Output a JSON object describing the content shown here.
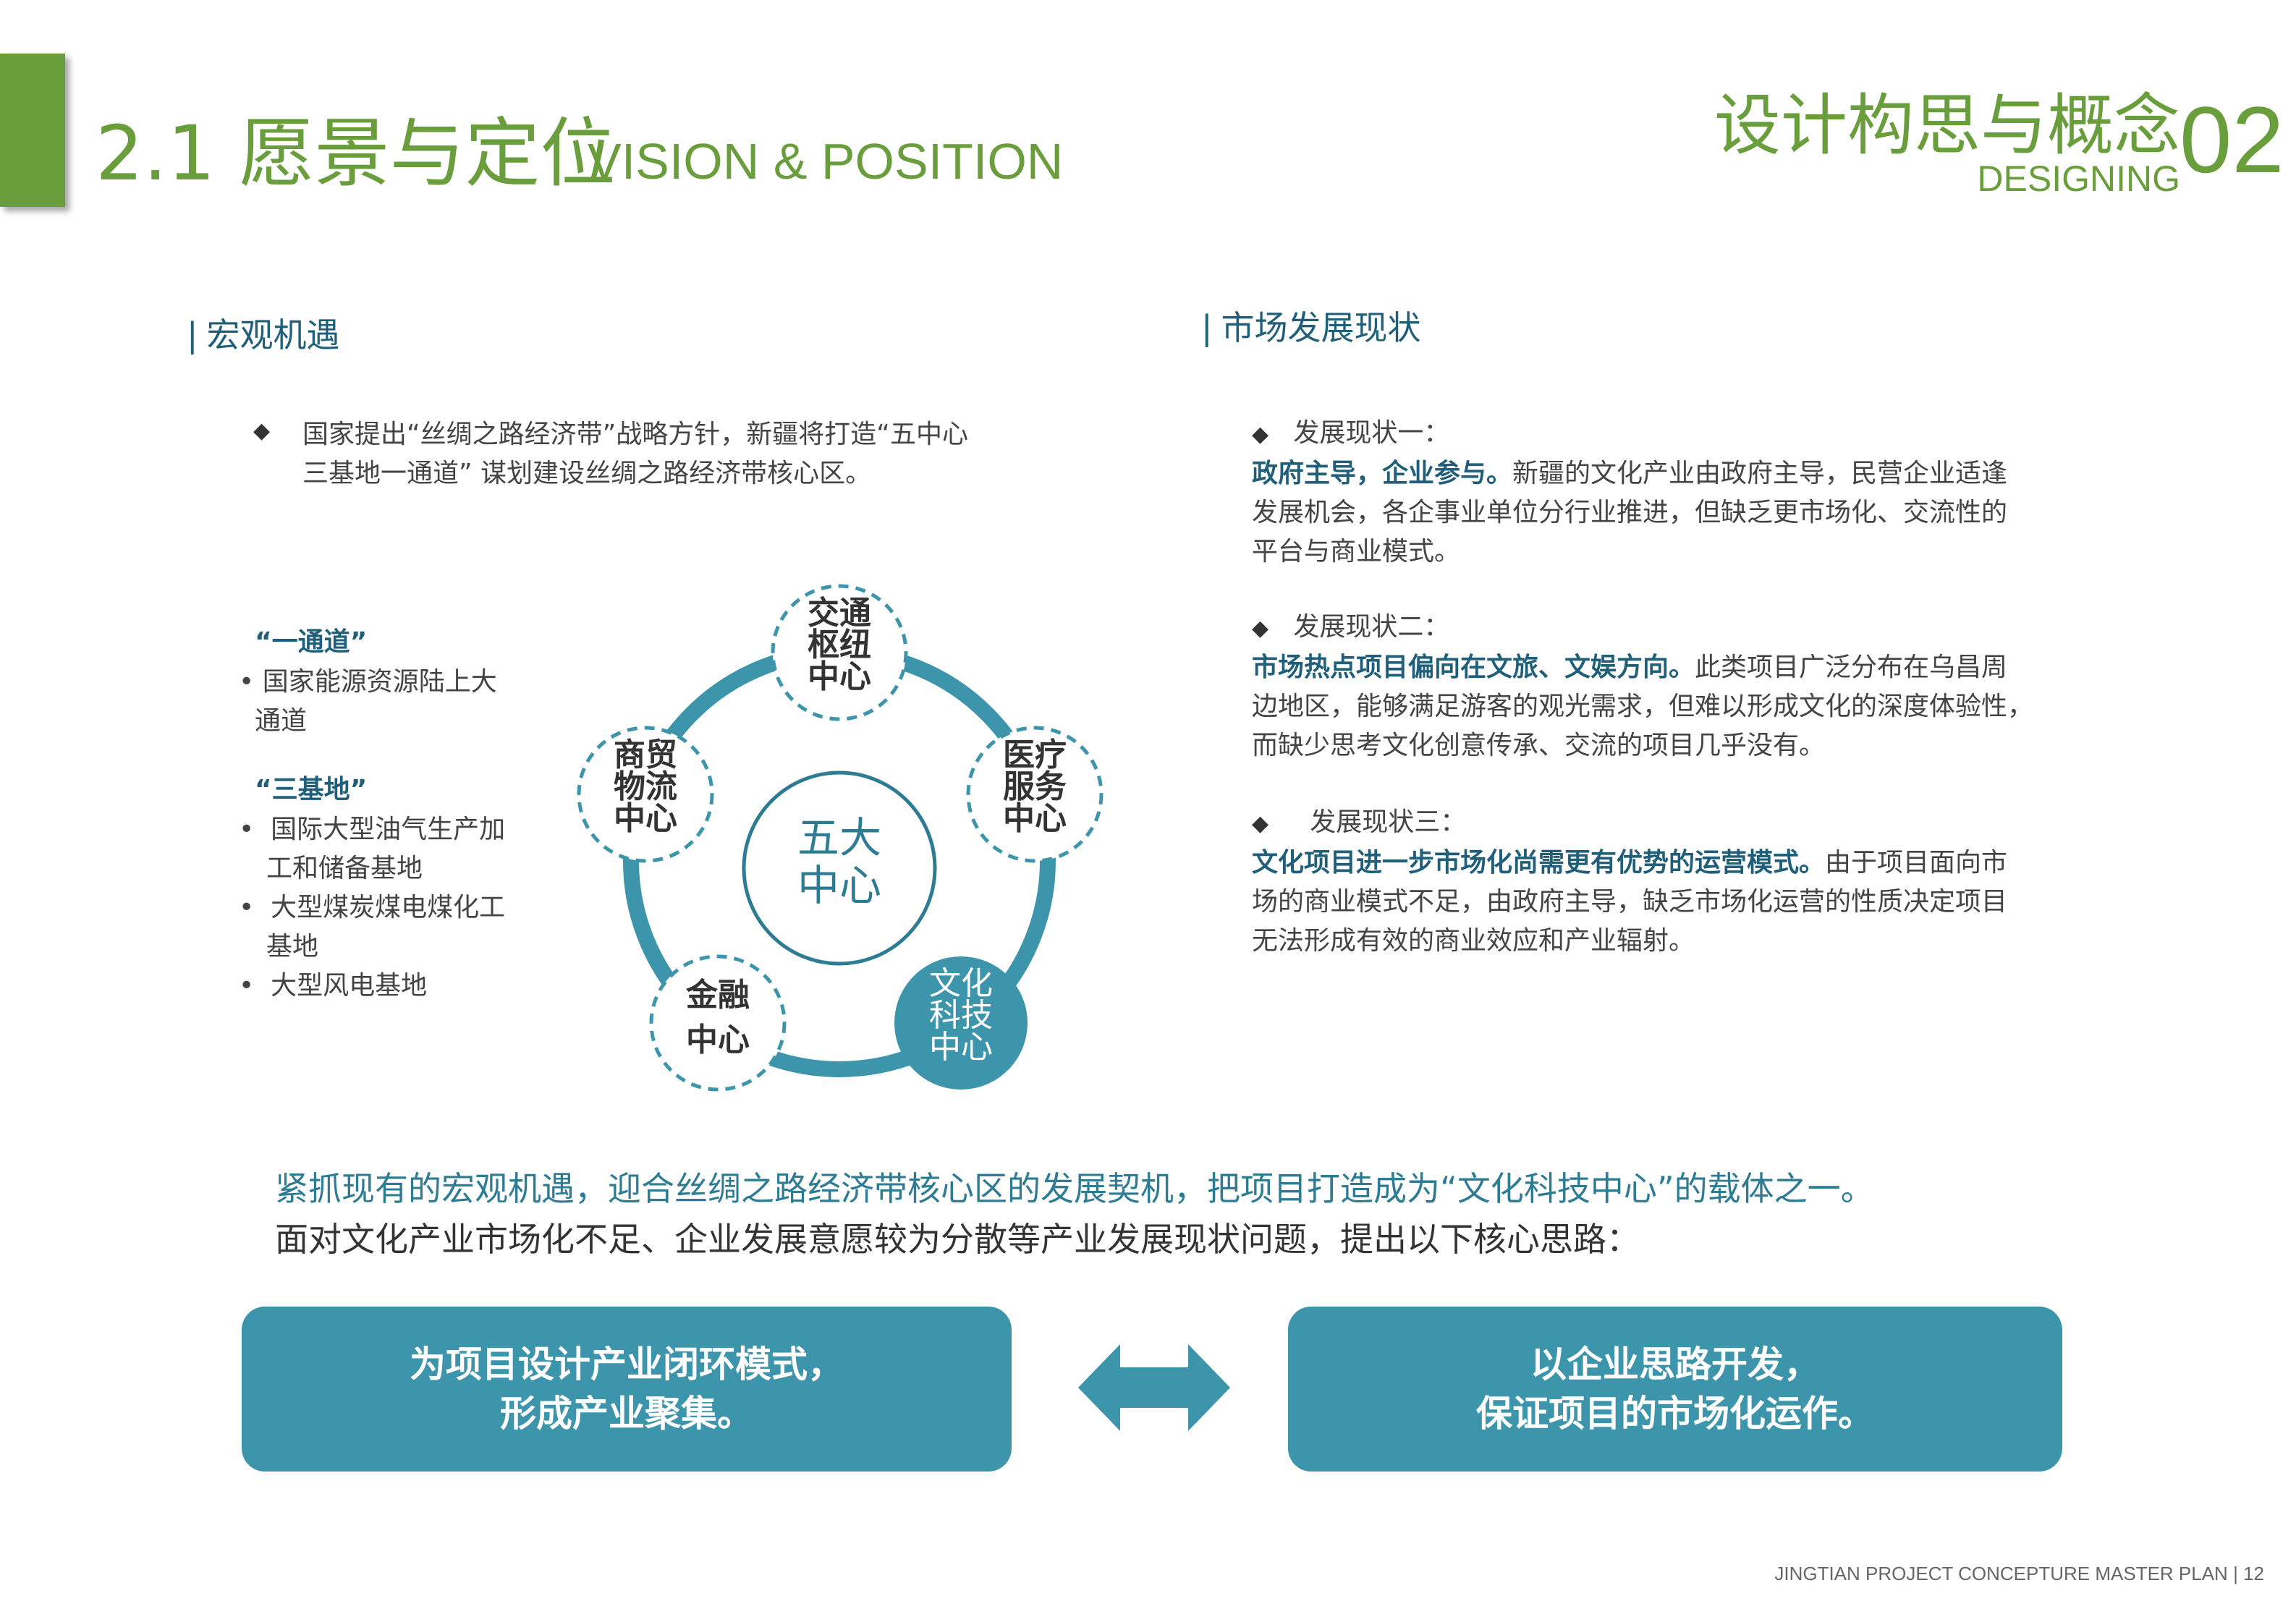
{
  "header": {
    "title_cn": "2.1 愿景与定位",
    "title_en": "VISION & POSITION",
    "section_cn": "设计构思与概念",
    "section_en": "DESIGNING",
    "section_num": "02"
  },
  "left": {
    "heading": "宏观机遇",
    "intro_line1": "国家提出“丝绸之路经济带”战略方针，新疆将打造“五中心",
    "intro_line2": "三基地一通道” 谋划建设丝绸之路经济带核心区。",
    "channel_title": "“一通道”",
    "channel_item_line1": "国家能源资源陆上大",
    "channel_item_line2": "通道",
    "bases_title": "“三基地”",
    "bases_item1_line1": "国际大型油气生产加",
    "bases_item1_line2": "工和储备基地",
    "bases_item2_line1": "大型煤炭煤电煤化工",
    "bases_item2_line2": "基地",
    "bases_item3": "大型风电基地"
  },
  "diagram": {
    "center_line1": "五大",
    "center_line2": "中心",
    "node_top": [
      "交通",
      "枢纽",
      "中心"
    ],
    "node_right": [
      "医疗",
      "服务",
      "中心"
    ],
    "node_bottom_right": [
      "文化",
      "科技",
      "中心"
    ],
    "node_bottom_left": [
      "金融",
      "中心"
    ],
    "node_left": [
      "商贸",
      "物流",
      "中心"
    ]
  },
  "right": {
    "heading": "市场发展现状",
    "s1_label": "发展现状一：",
    "s1_bold": "政府主导，企业参与。",
    "s1_line1": "新疆的文化产业由政府主导，民营企业适逢",
    "s1_line2": "发展机会，各企事业单位分行业推进，但缺乏更市场化、交流性的",
    "s1_line3": "平台与商业模式。",
    "s2_label": "发展现状二：",
    "s2_bold": "市场热点项目偏向在文旅、文娱方向。",
    "s2_line1": "此类项目广泛分布在乌昌周",
    "s2_line2": "边地区，能够满足游客的观光需求，但难以形成文化的深度体验性，",
    "s2_line3": "而缺少思考文化创意传承、交流的项目几乎没有。",
    "s3_label": "发展现状三：",
    "s3_bold": "文化项目进一步市场化尚需更有优势的运营模式。",
    "s3_line1": "由于项目面向市",
    "s3_line2": "场的商业模式不足，由政府主导，缺乏市场化运营的性质决定项目",
    "s3_line3": "无法形成有效的商业效应和产业辐射。"
  },
  "summary": {
    "line1": "紧抓现有的宏观机遇，迎合丝绸之路经济带核心区的发展契机，把项目打造成为“文化科技中心”的载体之一。",
    "line2": "面对文化产业市场化不足、企业发展意愿较为分散等产业发展现状问题，提出以下核心思路："
  },
  "boxes": {
    "left_line1": "为项目设计产业闭环模式，",
    "left_line2": "形成产业聚集。",
    "right_line1": "以企业思路开发，",
    "right_line2": "保证项目的市场化运作。"
  },
  "footer": {
    "text": "JINGTIAN PROJECT CONCEPTURE MASTER PLAN",
    "separator": "|",
    "page": "12"
  },
  "colors": {
    "green": "#6a9e3c",
    "teal": "#3d95ab",
    "dark_teal": "#1f5f7a"
  }
}
